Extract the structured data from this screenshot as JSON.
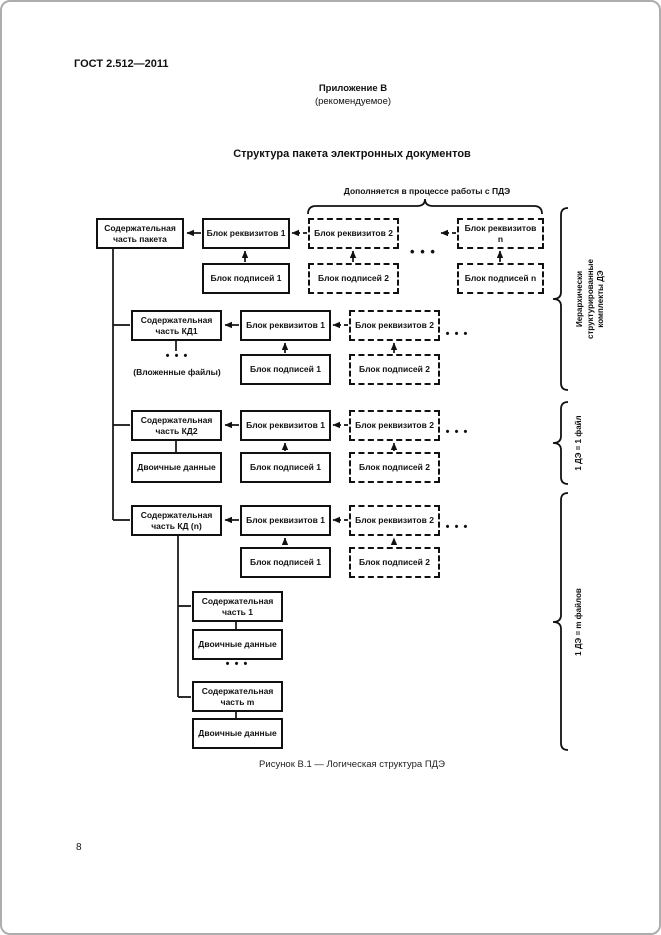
{
  "page": {
    "standard": "ГОСТ 2.512—2011",
    "appendix": "Приложение В",
    "appendix_note": "(рекомендуемое)",
    "title": "Структура пакета электронных документов",
    "caption": "Рисунок В.1 — Логическая структура ПДЭ",
    "page_number": "8"
  },
  "diagram": {
    "top_note": "Дополняется в процессе работы с ПДЭ",
    "ellipsis": "• • •",
    "package": {
      "content": "Содержательная часть пакета",
      "req1": "Блок реквизитов 1",
      "sig1": "Блок подписей 1",
      "req2": "Блок реквизитов 2",
      "sig2": "Блок подписей 2",
      "reqn": "Блок реквизитов n",
      "sign": "Блок подписей n"
    },
    "kd1": {
      "content": "Содержательная часть КД1",
      "attachments_note": "(Вложенные файлы)",
      "req1": "Блок реквизитов 1",
      "sig1": "Блок подписей 1",
      "req2": "Блок реквизитов 2",
      "sig2": "Блок подписей 2"
    },
    "kd2": {
      "content": "Содержательная часть КД2",
      "binary": "Двоичные данные",
      "req1": "Блок реквизитов 1",
      "sig1": "Блок подписей 1",
      "req2": "Блок реквизитов 2",
      "sig2": "Блок подписей 2"
    },
    "kdn": {
      "content": "Содержательная часть КД (n)",
      "req1": "Блок реквизитов 1",
      "sig1": "Блок подписей 1",
      "req2": "Блок реквизитов 2",
      "sig2": "Блок подписей 2"
    },
    "nested": {
      "part1": "Содержательная часть 1",
      "binary1": "Двоичные данные",
      "partm": "Содержательная часть m",
      "binarym": "Двоичные данные"
    },
    "braces": {
      "hierarchical_line1": "Иерархически",
      "hierarchical_line2": "структурированные",
      "hierarchical_line3": "комплекты ДЭ",
      "one_de_one_file": "1 ДЭ = 1 файл",
      "one_de_m_files": "1 ДЭ = m файлов"
    }
  }
}
